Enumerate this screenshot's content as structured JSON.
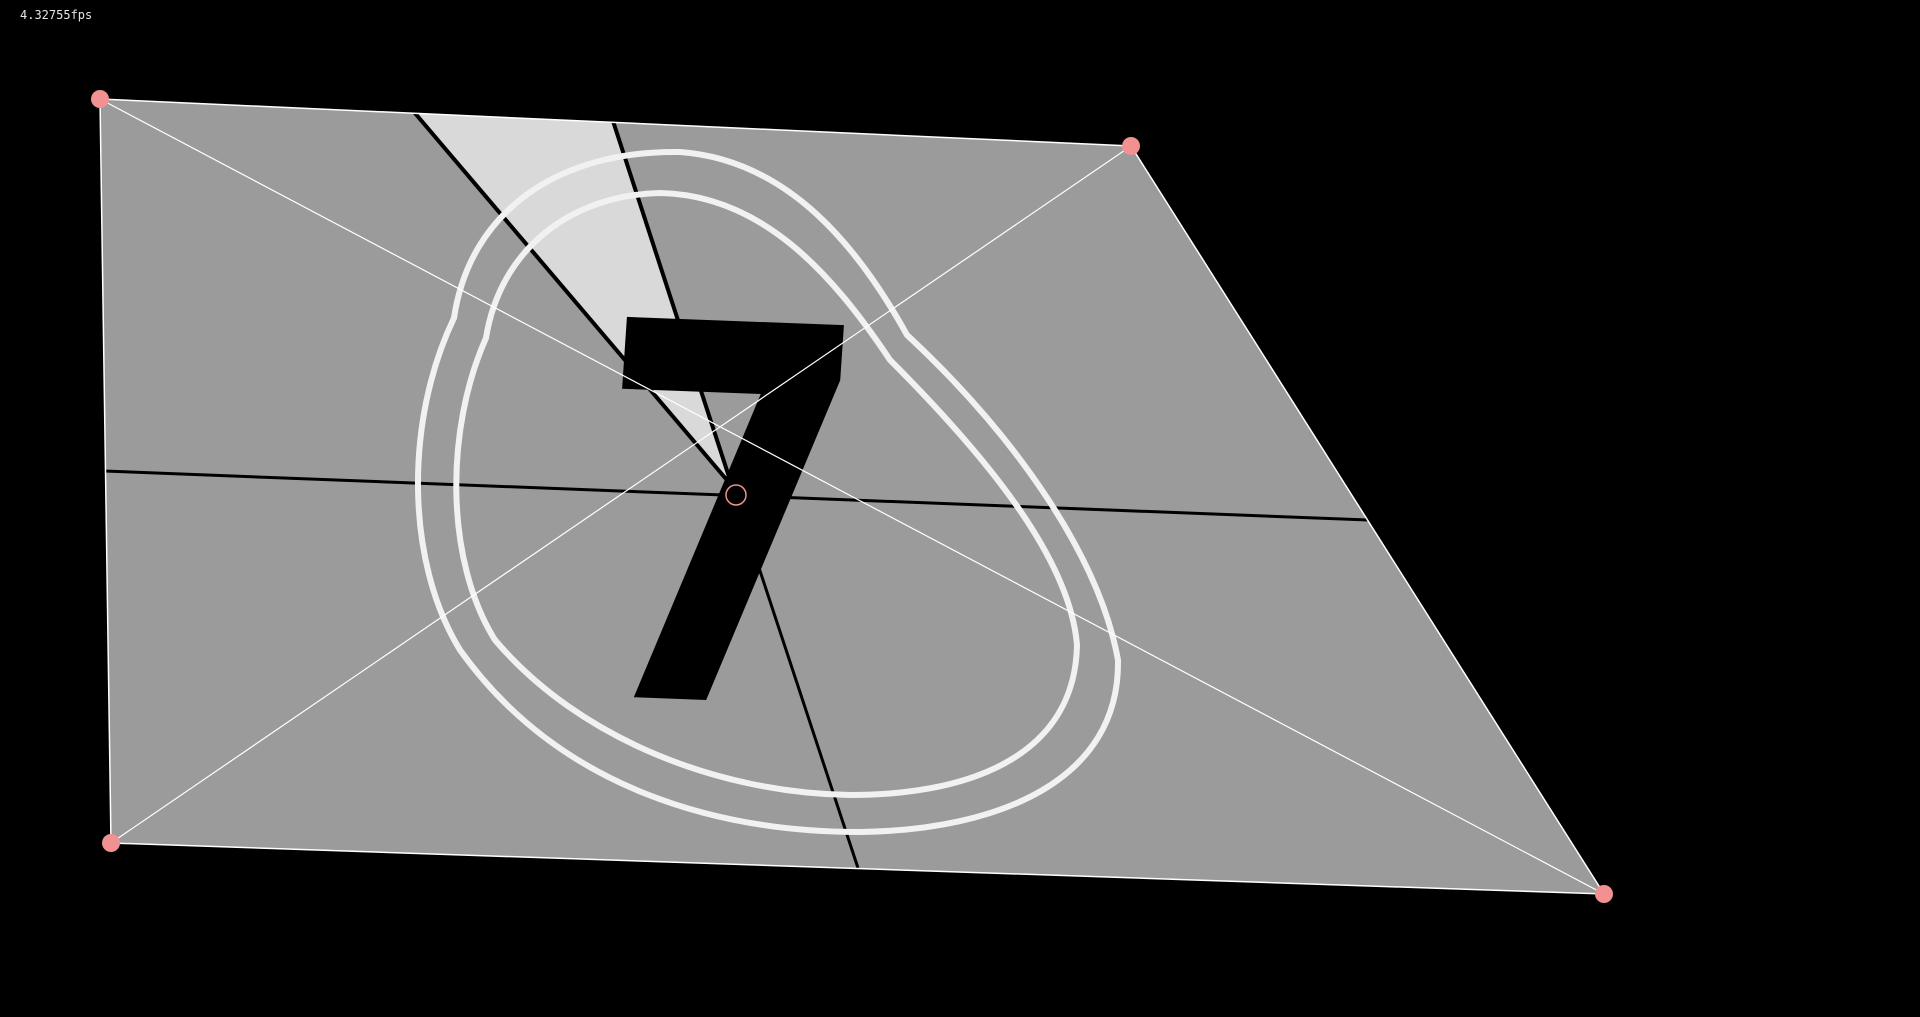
{
  "fps_counter": "4.32755fps",
  "countdown_digit": "7",
  "sweep_fraction": 0.14,
  "icons": {
    "corner_handles": "circle-handle-icon",
    "center_marker": "crosshair-circle-icon"
  },
  "colors": {
    "background": "#000000",
    "film_gray": "#9b9b9b",
    "sweep_highlight": "#d9d9d9",
    "ring_stroke": "#f1f1f1",
    "digit": "#000000",
    "handle": "#f29191",
    "guide_line": "#ffffff"
  }
}
